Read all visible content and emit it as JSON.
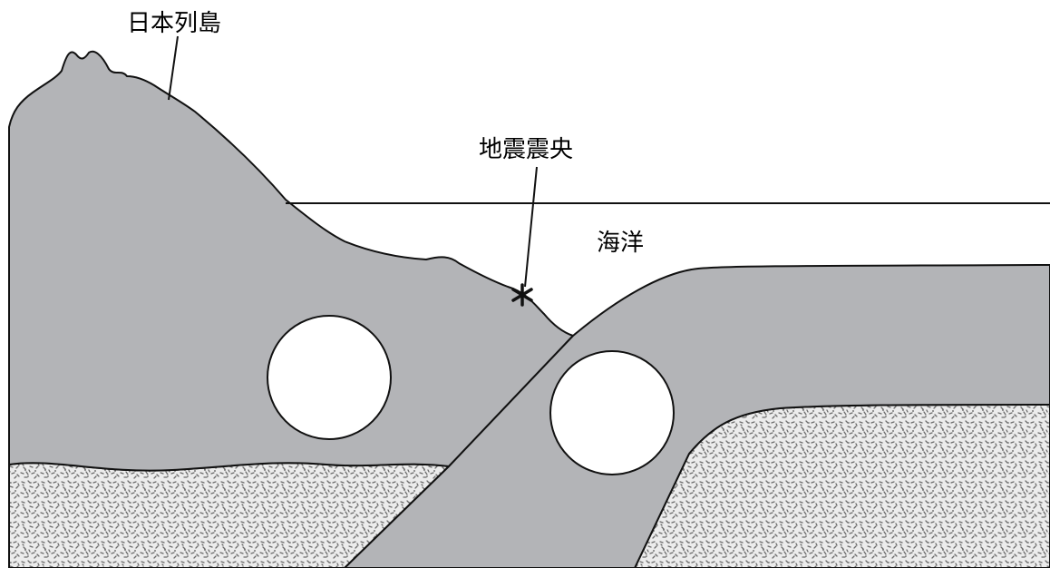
{
  "labels": {
    "japan_islands": "日本列島",
    "epicenter": "地震震央",
    "ocean": "海洋"
  },
  "colors": {
    "plate_fill": "#b3b4b7",
    "mantle_fill": "#ececec",
    "mantle_speckle": "#6b6b6b",
    "line": "#111111",
    "background": "#ffffff"
  },
  "markers": {
    "epicenter_symbol": "asterisk-icon"
  }
}
